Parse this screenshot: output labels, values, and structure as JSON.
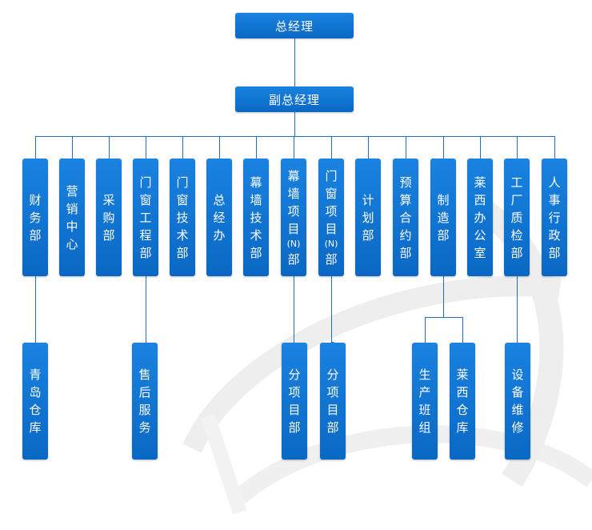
{
  "org": {
    "top": "总经理",
    "deputy": "副总经理",
    "departments": [
      {
        "id": "cw",
        "label": "财务部"
      },
      {
        "id": "yx",
        "label": "营销中心"
      },
      {
        "id": "cg",
        "label": "采购部"
      },
      {
        "id": "mcgc",
        "label": "门窗工程部"
      },
      {
        "id": "mcjs",
        "label": "门窗技术部"
      },
      {
        "id": "zjb",
        "label": "总经办"
      },
      {
        "id": "mqjs",
        "label": "幕墙技术部"
      },
      {
        "id": "mqxm",
        "label": "幕墙项目(N)部"
      },
      {
        "id": "mcxm",
        "label": "门窗项目(N)部"
      },
      {
        "id": "jh",
        "label": "计划部"
      },
      {
        "id": "ys",
        "label": "预算合约部"
      },
      {
        "id": "zz",
        "label": "制造部"
      },
      {
        "id": "lxbg",
        "label": "莱西办公室"
      },
      {
        "id": "gczj",
        "label": "工厂质检部"
      },
      {
        "id": "rs",
        "label": "人事行政部"
      }
    ],
    "subunits": [
      {
        "id": "qdck",
        "parent": "cw",
        "label": "青岛仓库"
      },
      {
        "id": "shfw",
        "parent": "mcgc",
        "label": "售后服务"
      },
      {
        "id": "fxm1",
        "parent": "mqxm",
        "label": "分项目部"
      },
      {
        "id": "fxm2",
        "parent": "mcxm",
        "label": "分项目部"
      },
      {
        "id": "scbz",
        "parent": "zz",
        "label": "生产班组"
      },
      {
        "id": "lxck",
        "parent": "zz",
        "label": "莱西仓库"
      },
      {
        "id": "sbwx",
        "parent": "gczj",
        "label": "设备维修"
      }
    ]
  },
  "colors": {
    "box": "#0b72d1",
    "line": "#1f6fc0",
    "text": "#ffffff"
  }
}
